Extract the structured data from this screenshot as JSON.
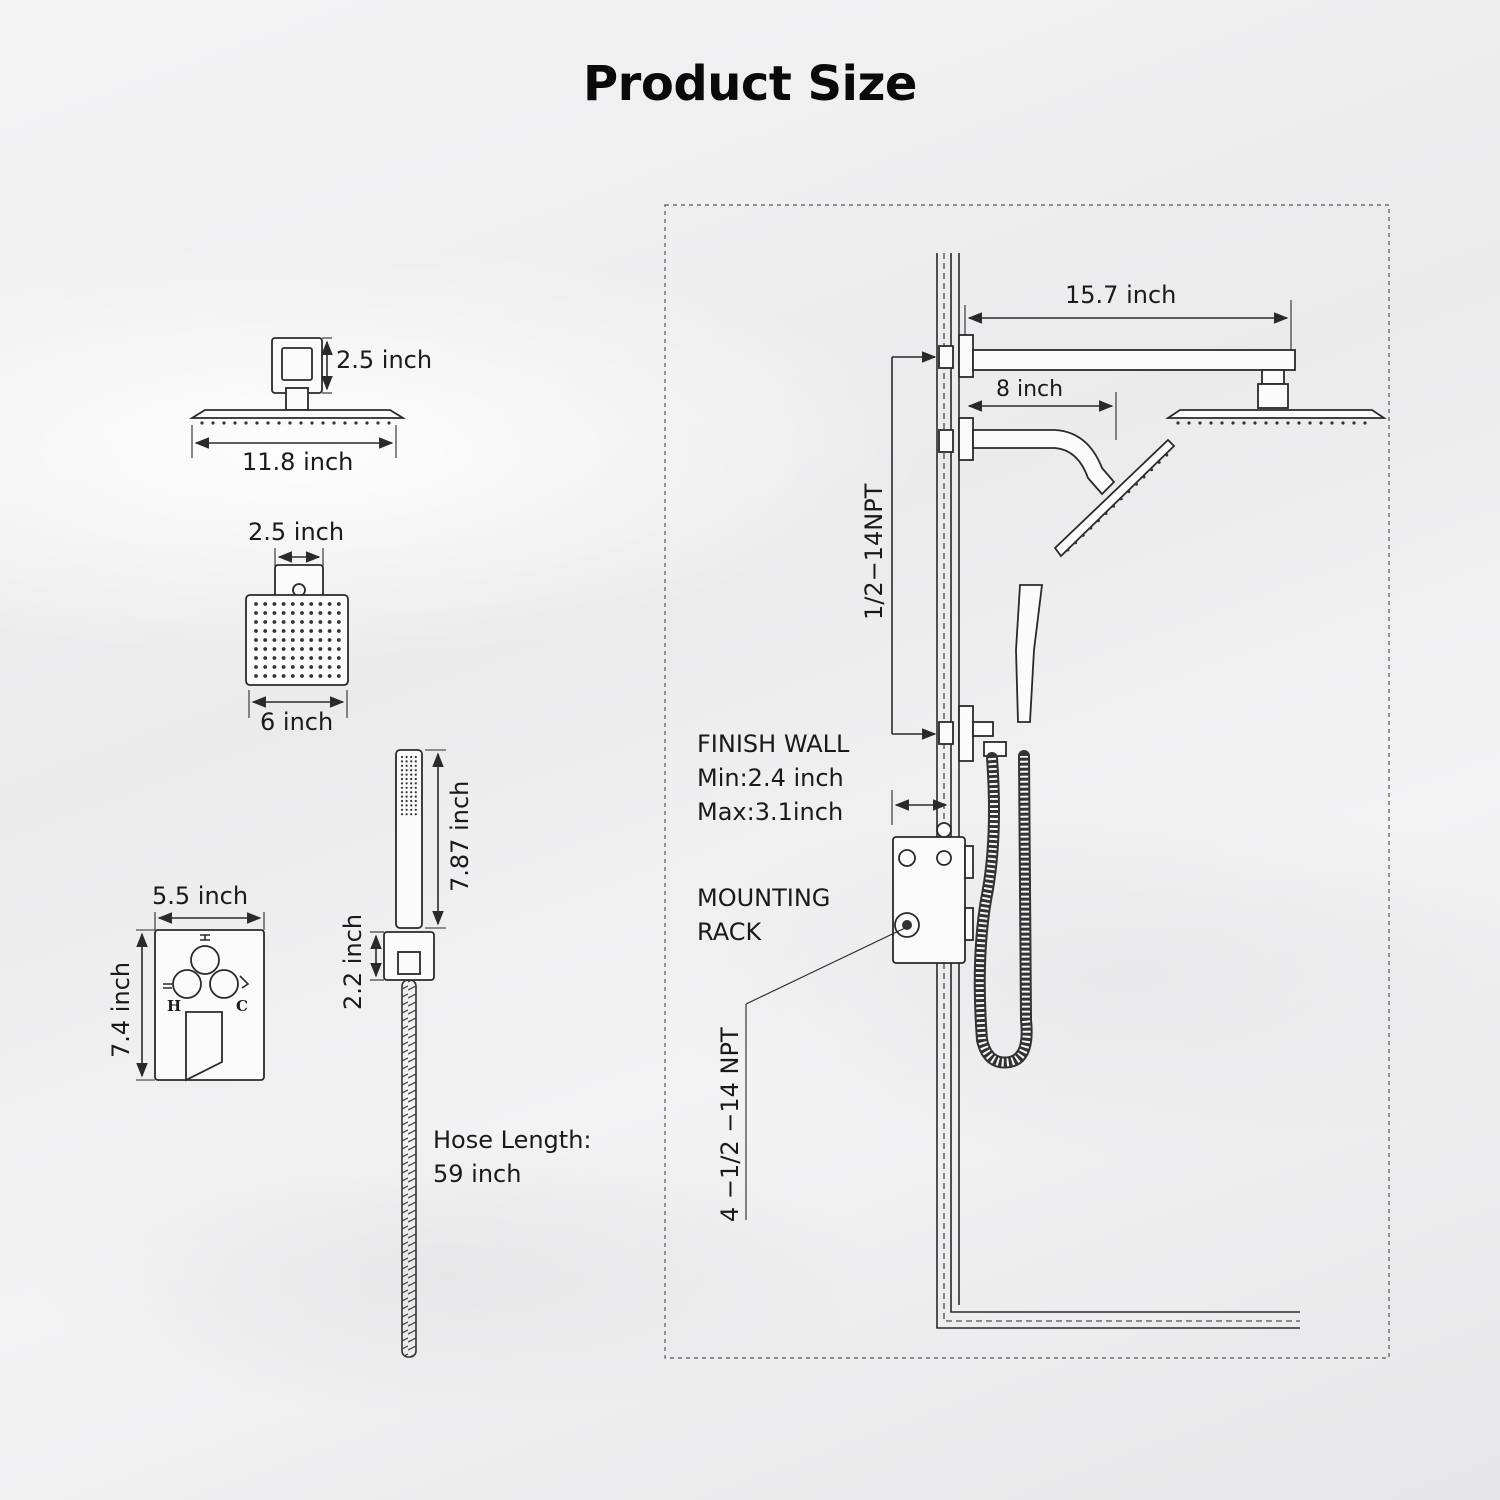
{
  "title": "Product Size",
  "labels": {
    "rain_head_height": "2.5 inch",
    "rain_head_width": "11.8 inch",
    "body_spray_bracket": "2.5 inch",
    "body_spray_width": "6 inch",
    "handshower_length": "7.87 inch",
    "holder_height": "2.2 inch",
    "valve_width": "5.5 inch",
    "valve_height": "7.4 inch",
    "hot_mark": "H",
    "cold_mark": "C",
    "hose_length_line1": "Hose Length:",
    "hose_length_line2": "59 inch",
    "arm_long": "15.7 inch",
    "arm_short": "8 inch",
    "thread_spacing": "1/2−14NPT",
    "finish_wall_line1": "FINISH WALL",
    "finish_wall_line2": "Min:2.4 inch",
    "finish_wall_line3": "Max:3.1inch",
    "mounting_rack_line1": "MOUNTING",
    "mounting_rack_line2": "RACK",
    "valve_thread": "4 −1/2 −14 NPT"
  },
  "colors": {
    "hot": "#c0282a",
    "cold": "#1f5fa8"
  }
}
